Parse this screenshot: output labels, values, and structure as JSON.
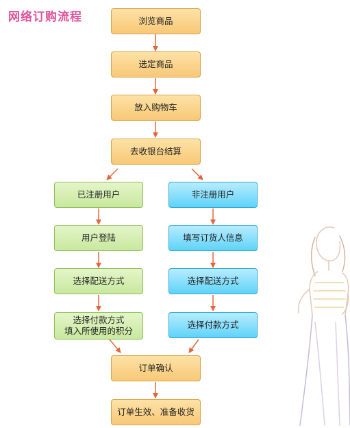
{
  "title": "网络订购流程",
  "colors": {
    "main": "#f8c877",
    "registered": "#c8e89e",
    "guest": "#5fd3f8",
    "arrow": "#e4653a",
    "title": "#e0529a"
  },
  "main": {
    "browse": "浏览商品",
    "select": "选定商品",
    "cart": "放入购物车",
    "checkout": "去收银台结算",
    "confirm": "订单确认",
    "finish": "订单生效、准备收货"
  },
  "registered": {
    "user": "已注册用户",
    "login": "用户登陆",
    "delivery": "选择配送方式",
    "payment": "选择付款方式\n填入所使用的积分"
  },
  "guest": {
    "user": "非注册用户",
    "fill": "填写订货人信息",
    "delivery": "选择配送方式",
    "payment": "选择付款方式"
  }
}
